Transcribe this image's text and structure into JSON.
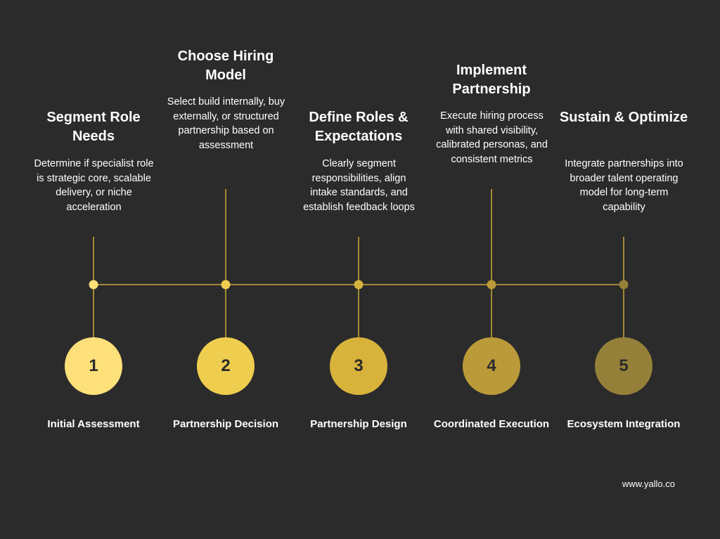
{
  "steps": [
    {
      "number": "1",
      "title": "Segment Role Needs",
      "description": "Determine if specialist role is strategic core, scalable delivery, or niche acceleration",
      "label": "Initial Assessment",
      "color": "#fde07a"
    },
    {
      "number": "2",
      "title": "Choose Hiring Model",
      "description": "Select build internally, buy externally, or structured partnership based on assessment",
      "label": "Partnership Decision",
      "color": "#efcd4f"
    },
    {
      "number": "3",
      "title": "Define Roles & Expectations",
      "description": "Clearly segment responsibilities, align intake standards, and establish feedback loops",
      "label": "Partnership Design",
      "color": "#d7b33c"
    },
    {
      "number": "4",
      "title": "Implement Partnership",
      "description": "Execute hiring process with shared visibility, calibrated personas, and consistent metrics",
      "label": "Coordinated Execution",
      "color": "#bb9a39"
    },
    {
      "number": "5",
      "title": "Sustain & Optimize",
      "description": "Integrate partnerships into broader talent operating model for long-term capability",
      "label": "Ecosystem Integration",
      "color": "#958039"
    }
  ],
  "line_color": "#c9a93a",
  "footer": {
    "website": "www.yallo.co"
  }
}
